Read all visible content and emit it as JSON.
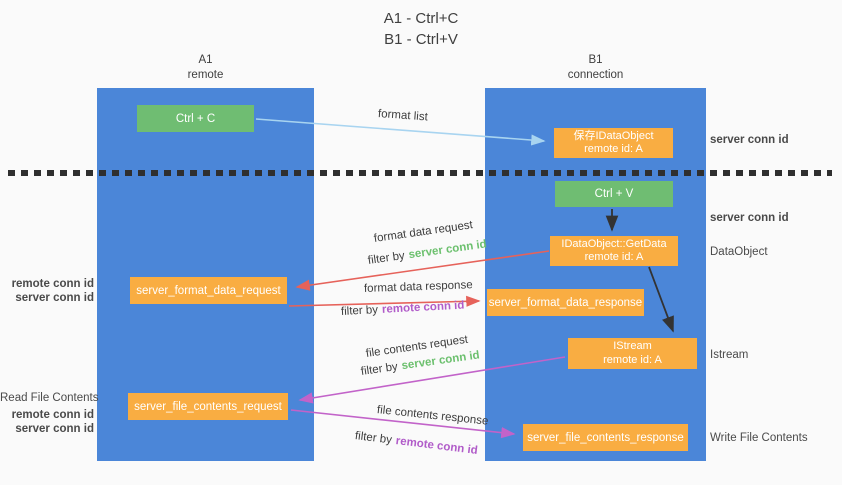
{
  "title": {
    "line1": "A1 - Ctrl+C",
    "line2": "B1 - Ctrl+V"
  },
  "lanes": {
    "a1": {
      "name": "A1",
      "role": "remote"
    },
    "b1": {
      "name": "B1",
      "role": "connection"
    }
  },
  "nodes": {
    "ctrl_c": {
      "label": "Ctrl + C"
    },
    "save_idataobject": {
      "line1": "保存IDataObject",
      "line2": "remote id: A"
    },
    "ctrl_v": {
      "label": "Ctrl + V"
    },
    "getdata": {
      "line1": "IDataObject::GetData",
      "line2": "remote id: A"
    },
    "server_format_data_request": {
      "label": "server_format_data_request"
    },
    "server_format_data_response": {
      "label": "server_format_data_response"
    },
    "istream": {
      "line1": "IStream",
      "line2": "remote id: A"
    },
    "server_file_contents_request": {
      "label": "server_file_contents_request"
    },
    "server_file_contents_response": {
      "label": "server_file_contents_response"
    }
  },
  "arrow_labels": {
    "format_list": "format list",
    "format_data_request": "format data request",
    "format_data_response": "format data response",
    "file_contents_request": "file contents request",
    "file_contents_response": "file contents response",
    "filter_by": "filter by",
    "server_conn_id": "server conn id",
    "remote_conn_id": "remote conn id"
  },
  "side_labels": {
    "left_mid": {
      "remote": "remote conn id",
      "server": "server conn id"
    },
    "left_bottom": {
      "title": "Read File Contents",
      "remote": "remote conn id",
      "server": "server conn id"
    },
    "right": {
      "server_conn_id_top": "server conn id",
      "server_conn_id_mid": "server conn id",
      "dataobject": "DataObject",
      "istream": "Istream",
      "write_file_contents": "Write File Contents"
    }
  },
  "colors": {
    "lane_blue": "#4b86d8",
    "node_green": "#6fbd72",
    "node_orange": "#f9ad42",
    "arrow_lightblue": "#a8d4f0",
    "arrow_red": "#e6625a",
    "arrow_magenta": "#c263c9",
    "arrow_black": "#333333",
    "text_green": "#6cc06e",
    "text_purple": "#b15cc9",
    "background": "#fafafa"
  }
}
